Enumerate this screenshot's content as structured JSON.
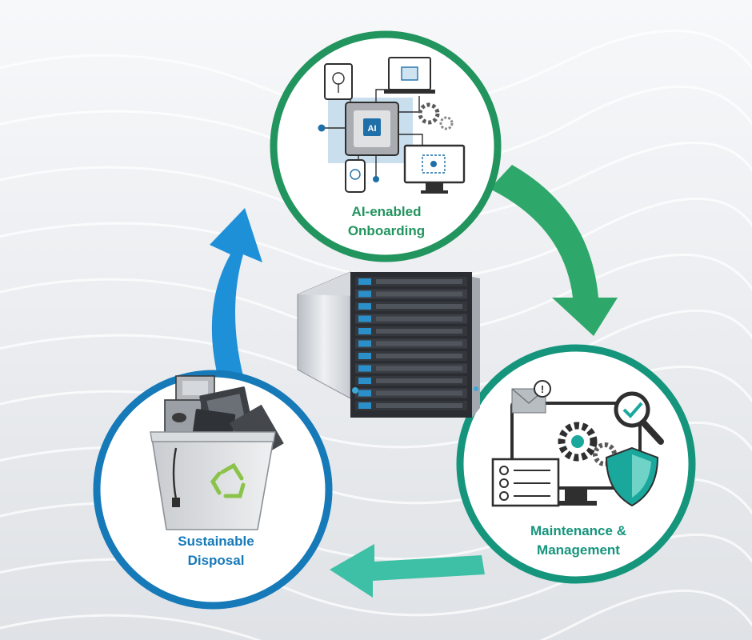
{
  "stages": [
    {
      "id": "onboarding",
      "lines": [
        "AI-enabled",
        "Onboarding"
      ],
      "color": "#22945e",
      "icon": "ai-chip-icon",
      "chip_text": "AI"
    },
    {
      "id": "maintenance",
      "lines": [
        "Maintenance &",
        "Management"
      ],
      "color": "#15957c",
      "icon": "monitor-gear-shield-icon"
    },
    {
      "id": "disposal",
      "lines": [
        "Sustainable",
        "Disposal"
      ],
      "color": "#1679b8",
      "icon": "recycle-bin-icon"
    }
  ],
  "arrows": [
    {
      "from": "onboarding",
      "to": "maintenance",
      "color": "#2ea86a"
    },
    {
      "from": "maintenance",
      "to": "disposal",
      "color": "#3ec0a6"
    },
    {
      "from": "disposal",
      "to": "onboarding",
      "color": "#1e90d8"
    }
  ],
  "center_icon": "server-rack-icon",
  "colors": {
    "background": "#eceef1",
    "circle_fill": "#ffffff",
    "accent_blue": "#2b8fc9"
  }
}
